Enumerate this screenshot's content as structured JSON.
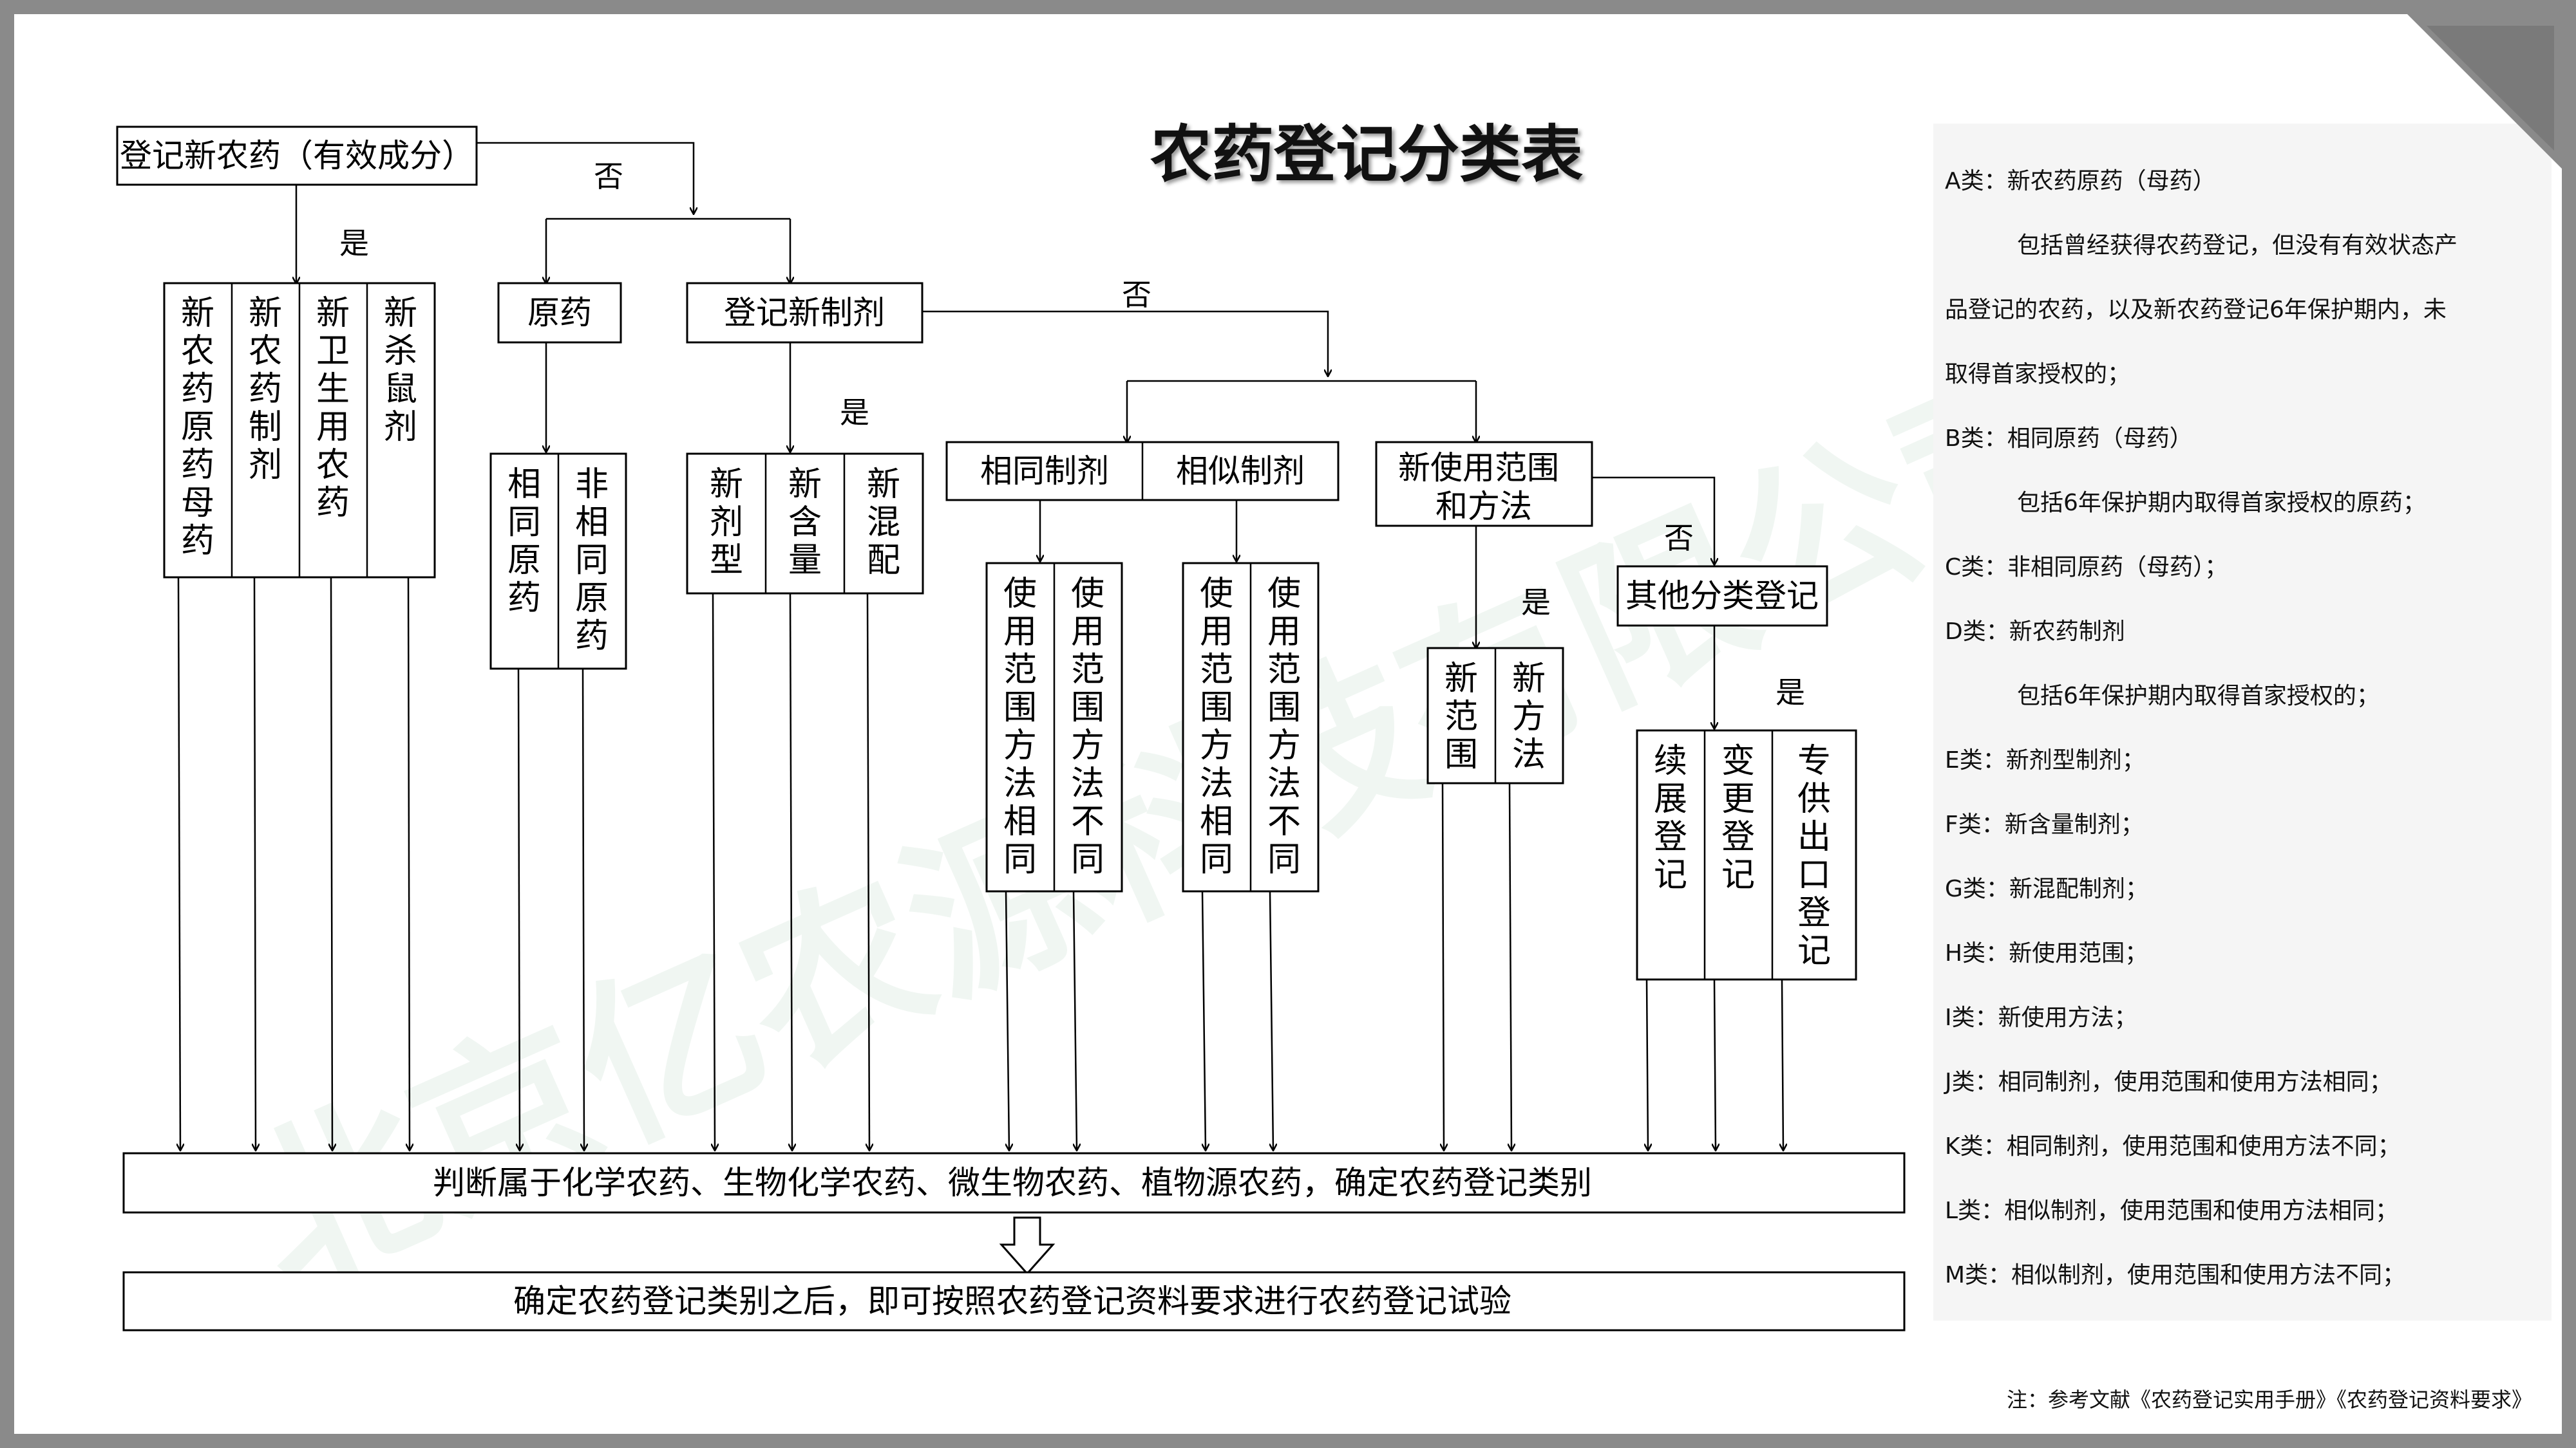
{
  "title": "农药登记分类表",
  "flow": {
    "top": "登记新农药（有效成分）",
    "yes": "是",
    "no": "否",
    "new_pesticide_types": [
      "新农药原药母药",
      "新农药制剂",
      "新卫生用农药",
      "新杀鼠剂"
    ],
    "tech": "原药",
    "tech_types": [
      "相同原药",
      "非相同原药"
    ],
    "new_formulation": "登记新制剂",
    "formulation_types": [
      "新剂型",
      "新含量",
      "新混配"
    ],
    "same_formulation": "相同制剂",
    "similar_formulation": "相似制剂",
    "same_types": [
      "使用范围方法相同",
      "使用范围方法不同"
    ],
    "similar_types": [
      "使用范围方法相同",
      "使用范围方法不同"
    ],
    "new_scope": "新使用范围和方法",
    "new_scope_types": [
      "新范围",
      "新方法"
    ],
    "other": "其他分类登记",
    "other_types": [
      "续展登记",
      "变更登记",
      "专供出口登记"
    ],
    "judge": "判断属于化学农药、生物化学农药、微生物农药、植物源农药，确定农药登记类别",
    "final": "确定农药登记类别之后，即可按照农药登记资料要求进行农药登记试验"
  },
  "legend": [
    {
      "text": "A类：新农药原药（母药）",
      "indent": false
    },
    {
      "text": "包括曾经获得农药登记，但没有有效状态产",
      "indent": true
    },
    {
      "text": "品登记的农药，以及新农药登记6年保护期内，未",
      "indent": false
    },
    {
      "text": "取得首家授权的；",
      "indent": false
    },
    {
      "text": "B类：相同原药（母药）",
      "indent": false
    },
    {
      "text": "包括6年保护期内取得首家授权的原药；",
      "indent": true
    },
    {
      "text": "C类：非相同原药（母药）；",
      "indent": false
    },
    {
      "text": "D类：新农药制剂",
      "indent": false
    },
    {
      "text": "包括6年保护期内取得首家授权的；",
      "indent": true
    },
    {
      "text": "E类：新剂型制剂；",
      "indent": false
    },
    {
      "text": "F类：新含量制剂；",
      "indent": false
    },
    {
      "text": "G类：新混配制剂；",
      "indent": false
    },
    {
      "text": "H类：新使用范围；",
      "indent": false
    },
    {
      "text": "I类：新使用方法；",
      "indent": false
    },
    {
      "text": "J类：相同制剂，使用范围和使用方法相同；",
      "indent": false
    },
    {
      "text": "K类：相同制剂，使用范围和使用方法不同；",
      "indent": false
    },
    {
      "text": "L类：相似制剂，使用范围和使用方法相同；",
      "indent": false
    },
    {
      "text": "M类：相似制剂，使用范围和使用方法不同；",
      "indent": false
    }
  ],
  "note": "注：参考文献《农药登记实用手册》《农药登记资料要求》",
  "watermark": "北京亿农源科技有限公司",
  "colors": {
    "background": "#8a8a8a",
    "page": "#ffffff",
    "legend_bg": "#f5f5f5",
    "watermark": "#d6e8dc"
  }
}
